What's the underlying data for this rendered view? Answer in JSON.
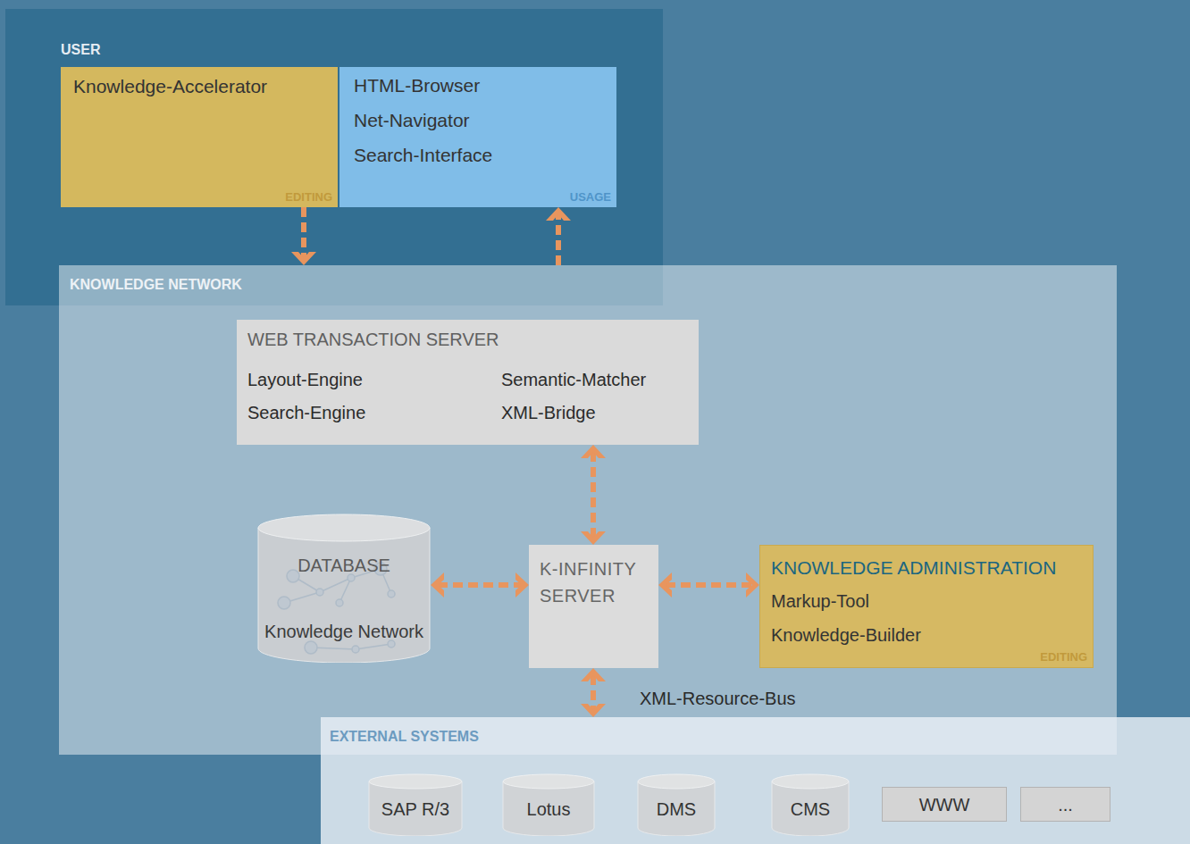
{
  "diagram": {
    "nodes": [
      {
        "text": [
          "USER"
        ]
      },
      {
        "text": [
          "Knowledge-Accelerator",
          "EDITING"
        ],
        "in": 0
      },
      {
        "text": [
          "HTML-Browser",
          "Net-Navigator",
          "Search-Interface",
          "USAGE"
        ],
        "in": 0
      },
      {
        "text": [
          "KNOWLEDGE NETWORK"
        ]
      },
      {
        "text": [
          "WEB TRANSACTION SERVER",
          "Layout-Engine",
          "Semantic-Matcher",
          "Search-Engine",
          "XML-Bridge"
        ],
        "in": 3
      },
      {
        "text": [
          "DATABASE",
          "Knowledge Network"
        ],
        "in": 3
      },
      {
        "text": [
          "K-INFINITY SERVER"
        ],
        "in": 3
      },
      {
        "text": [
          "KNOWLEDGE ADMINISTRATION",
          "Markup-Tool",
          "Knowledge-Builder",
          "EDITING"
        ],
        "in": 3
      },
      {
        "text": [
          "EXTERNAL SYSTEMS"
        ]
      },
      {
        "text": [
          "SAP R/3"
        ],
        "in": 8
      },
      {
        "text": [
          "Lotus"
        ],
        "in": 8
      },
      {
        "text": [
          "DMS"
        ],
        "in": 8
      },
      {
        "text": [
          "CMS"
        ],
        "in": 8
      },
      {
        "text": [
          "WWW"
        ],
        "in": 8
      },
      {
        "text": [
          "..."
        ],
        "in": 8
      }
    ],
    "edges": [
      {
        "from": 1,
        "to": 3,
        "arrow": "to"
      },
      {
        "from": 3,
        "to": 2,
        "arrow": "to"
      },
      {
        "from": 4,
        "to": 6,
        "arrow": "both"
      },
      {
        "from": 5,
        "to": 6,
        "arrow": "both"
      },
      {
        "from": 6,
        "to": 7,
        "arrow": "both"
      },
      {
        "from": 6,
        "to": 8,
        "label": "XML-Resource-Bus",
        "arrow": "both"
      }
    ]
  }
}
